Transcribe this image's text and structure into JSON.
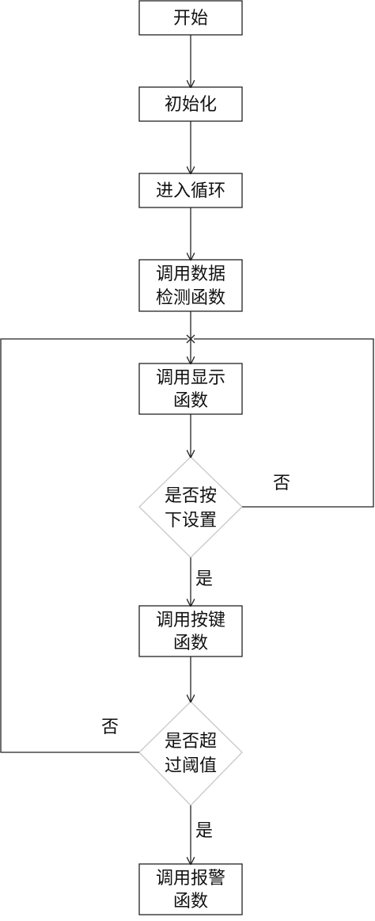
{
  "nodes": {
    "start": {
      "lines": [
        "开始"
      ]
    },
    "init": {
      "lines": [
        "初始化"
      ]
    },
    "loop": {
      "lines": [
        "进入循环"
      ]
    },
    "detect": {
      "lines": [
        "调用数据",
        "检测函数"
      ]
    },
    "display": {
      "lines": [
        "调用显示",
        "函数"
      ]
    },
    "decision_setting": {
      "lines": [
        "是否按",
        "下设置"
      ]
    },
    "key": {
      "lines": [
        "调用按键",
        "函数"
      ]
    },
    "decision_threshold": {
      "lines": [
        "是否超",
        "过阈值"
      ]
    },
    "alarm": {
      "lines": [
        "调用报警",
        "函数"
      ]
    }
  },
  "labels": {
    "setting_no": "否",
    "setting_yes": "是",
    "threshold_no": "否",
    "threshold_yes": "是"
  },
  "colors": {
    "stroke": "#222222",
    "diamond_stroke": "#c8c8c8",
    "text": "#111111"
  }
}
